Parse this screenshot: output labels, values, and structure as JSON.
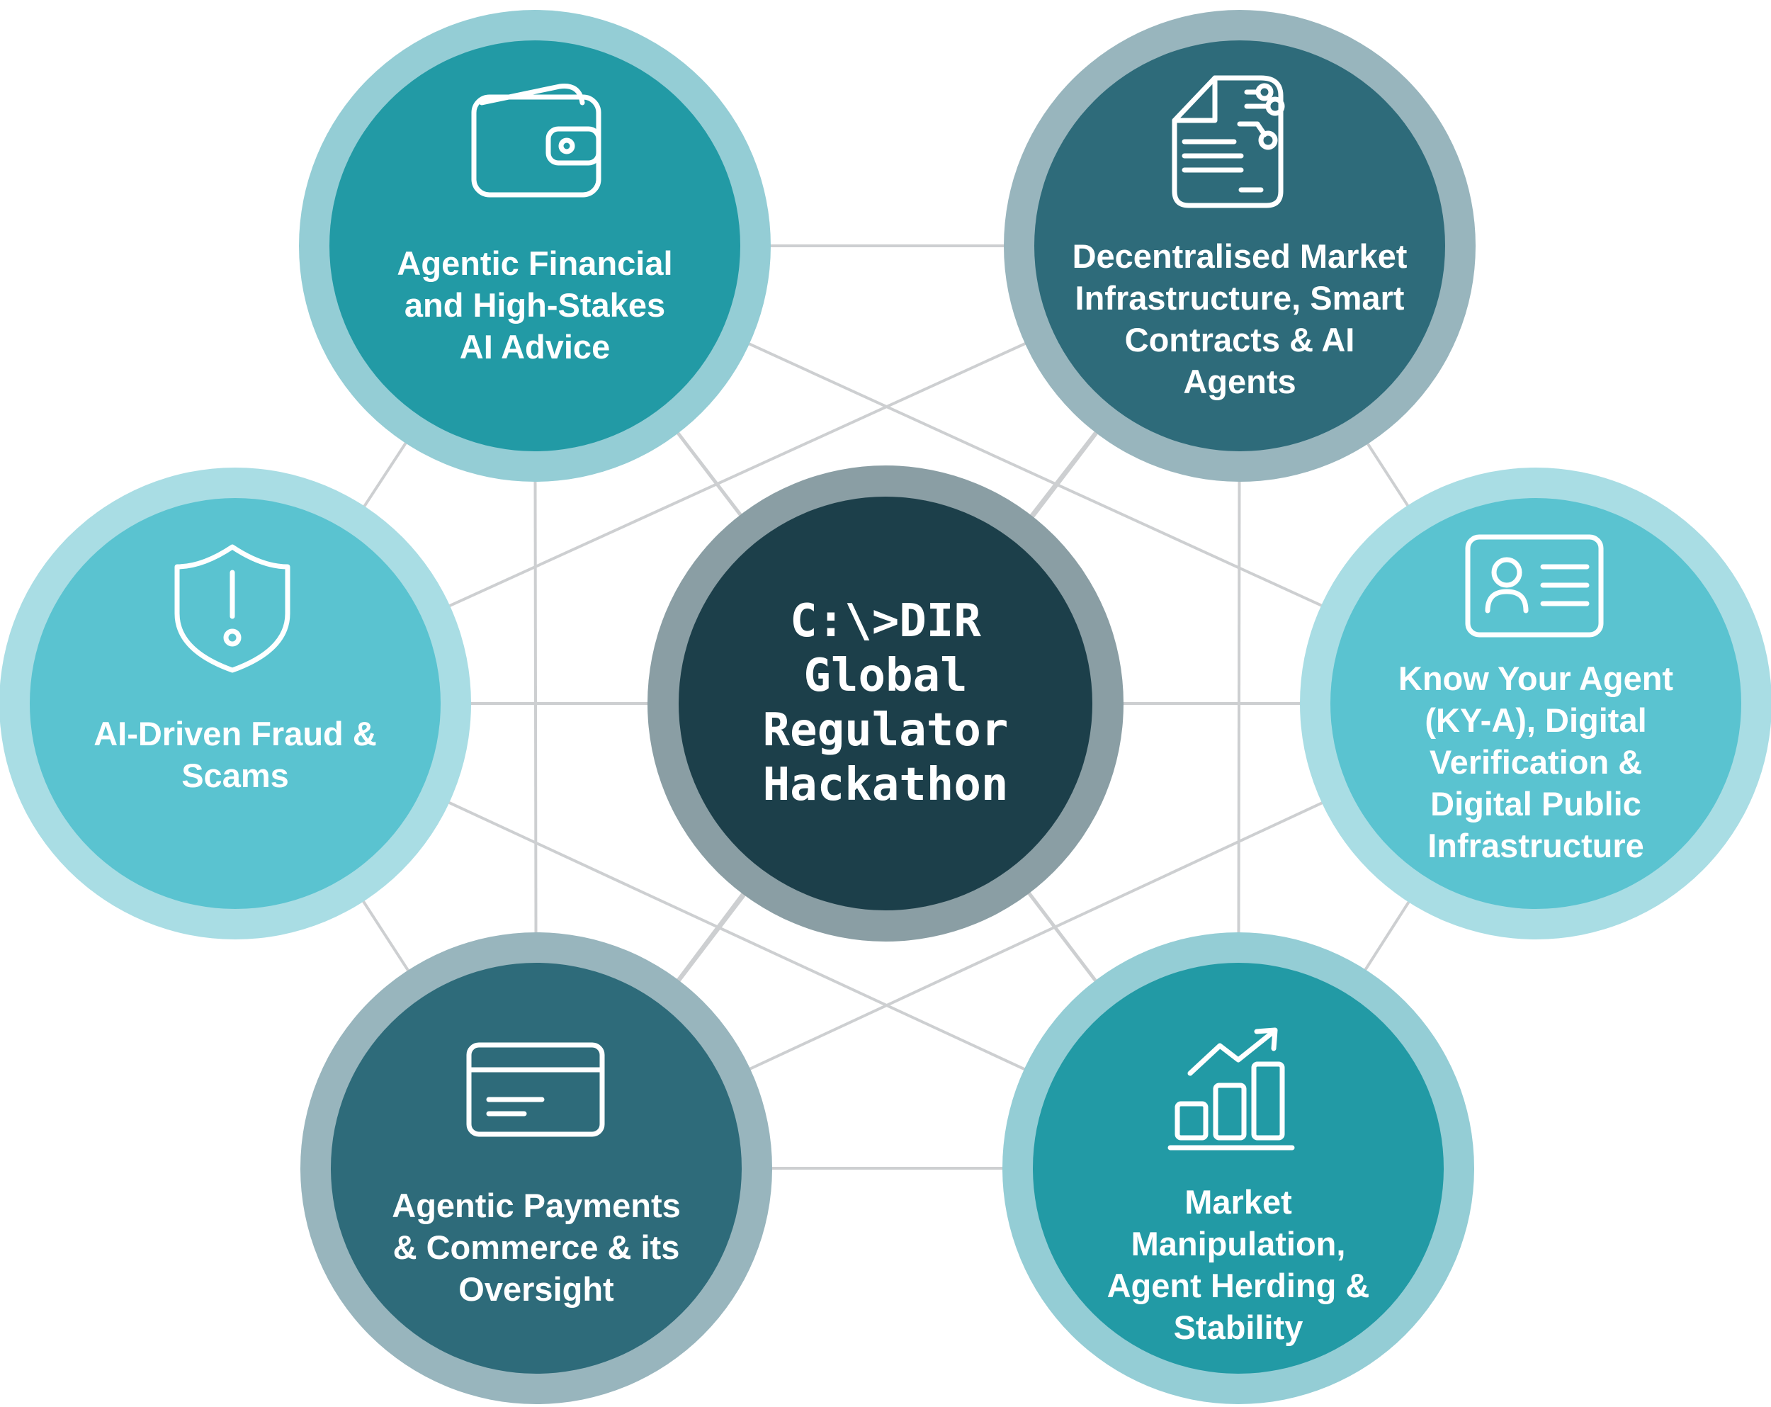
{
  "center": {
    "text": "C:\\>DIR\nGlobal\nRegulator\nHackathon",
    "outer_color": "#8a9ea4",
    "inner_color": "#1c3f4a"
  },
  "nodes": [
    {
      "id": "financial-advice",
      "icon": "wallet-icon",
      "label": "Agentic Financial\nand High-Stakes\nAI Advice",
      "outer_color": "#94cdd5",
      "inner_color": "#229aa5"
    },
    {
      "id": "decentralised-market",
      "icon": "smart-contract-document-icon",
      "label": "Decentralised Market\nInfrastructure, Smart\nContracts & AI\nAgents",
      "outer_color": "#98b5bd",
      "inner_color": "#2e6b7a"
    },
    {
      "id": "know-your-agent",
      "icon": "id-card-icon",
      "label": "Know Your Agent\n(KY-A), Digital\nVerification &\nDigital Public\nInfrastructure",
      "outer_color": "#a9dde4",
      "inner_color": "#5ac3d0"
    },
    {
      "id": "market-manipulation",
      "icon": "rising-bar-chart-icon",
      "label": "Market\nManipulation,\nAgent Herding &\nStability",
      "outer_color": "#94cdd5",
      "inner_color": "#229aa5"
    },
    {
      "id": "agentic-payments",
      "icon": "credit-card-icon",
      "label": "Agentic Payments\n& Commerce & its\nOversight",
      "outer_color": "#98b5bd",
      "inner_color": "#2e6b7a"
    },
    {
      "id": "fraud-scams",
      "icon": "shield-warning-icon",
      "label": "AI-Driven Fraud &\nScams",
      "outer_color": "#a9dde4",
      "inner_color": "#5ac3d0"
    }
  ],
  "line_color": "#cdcfd1"
}
